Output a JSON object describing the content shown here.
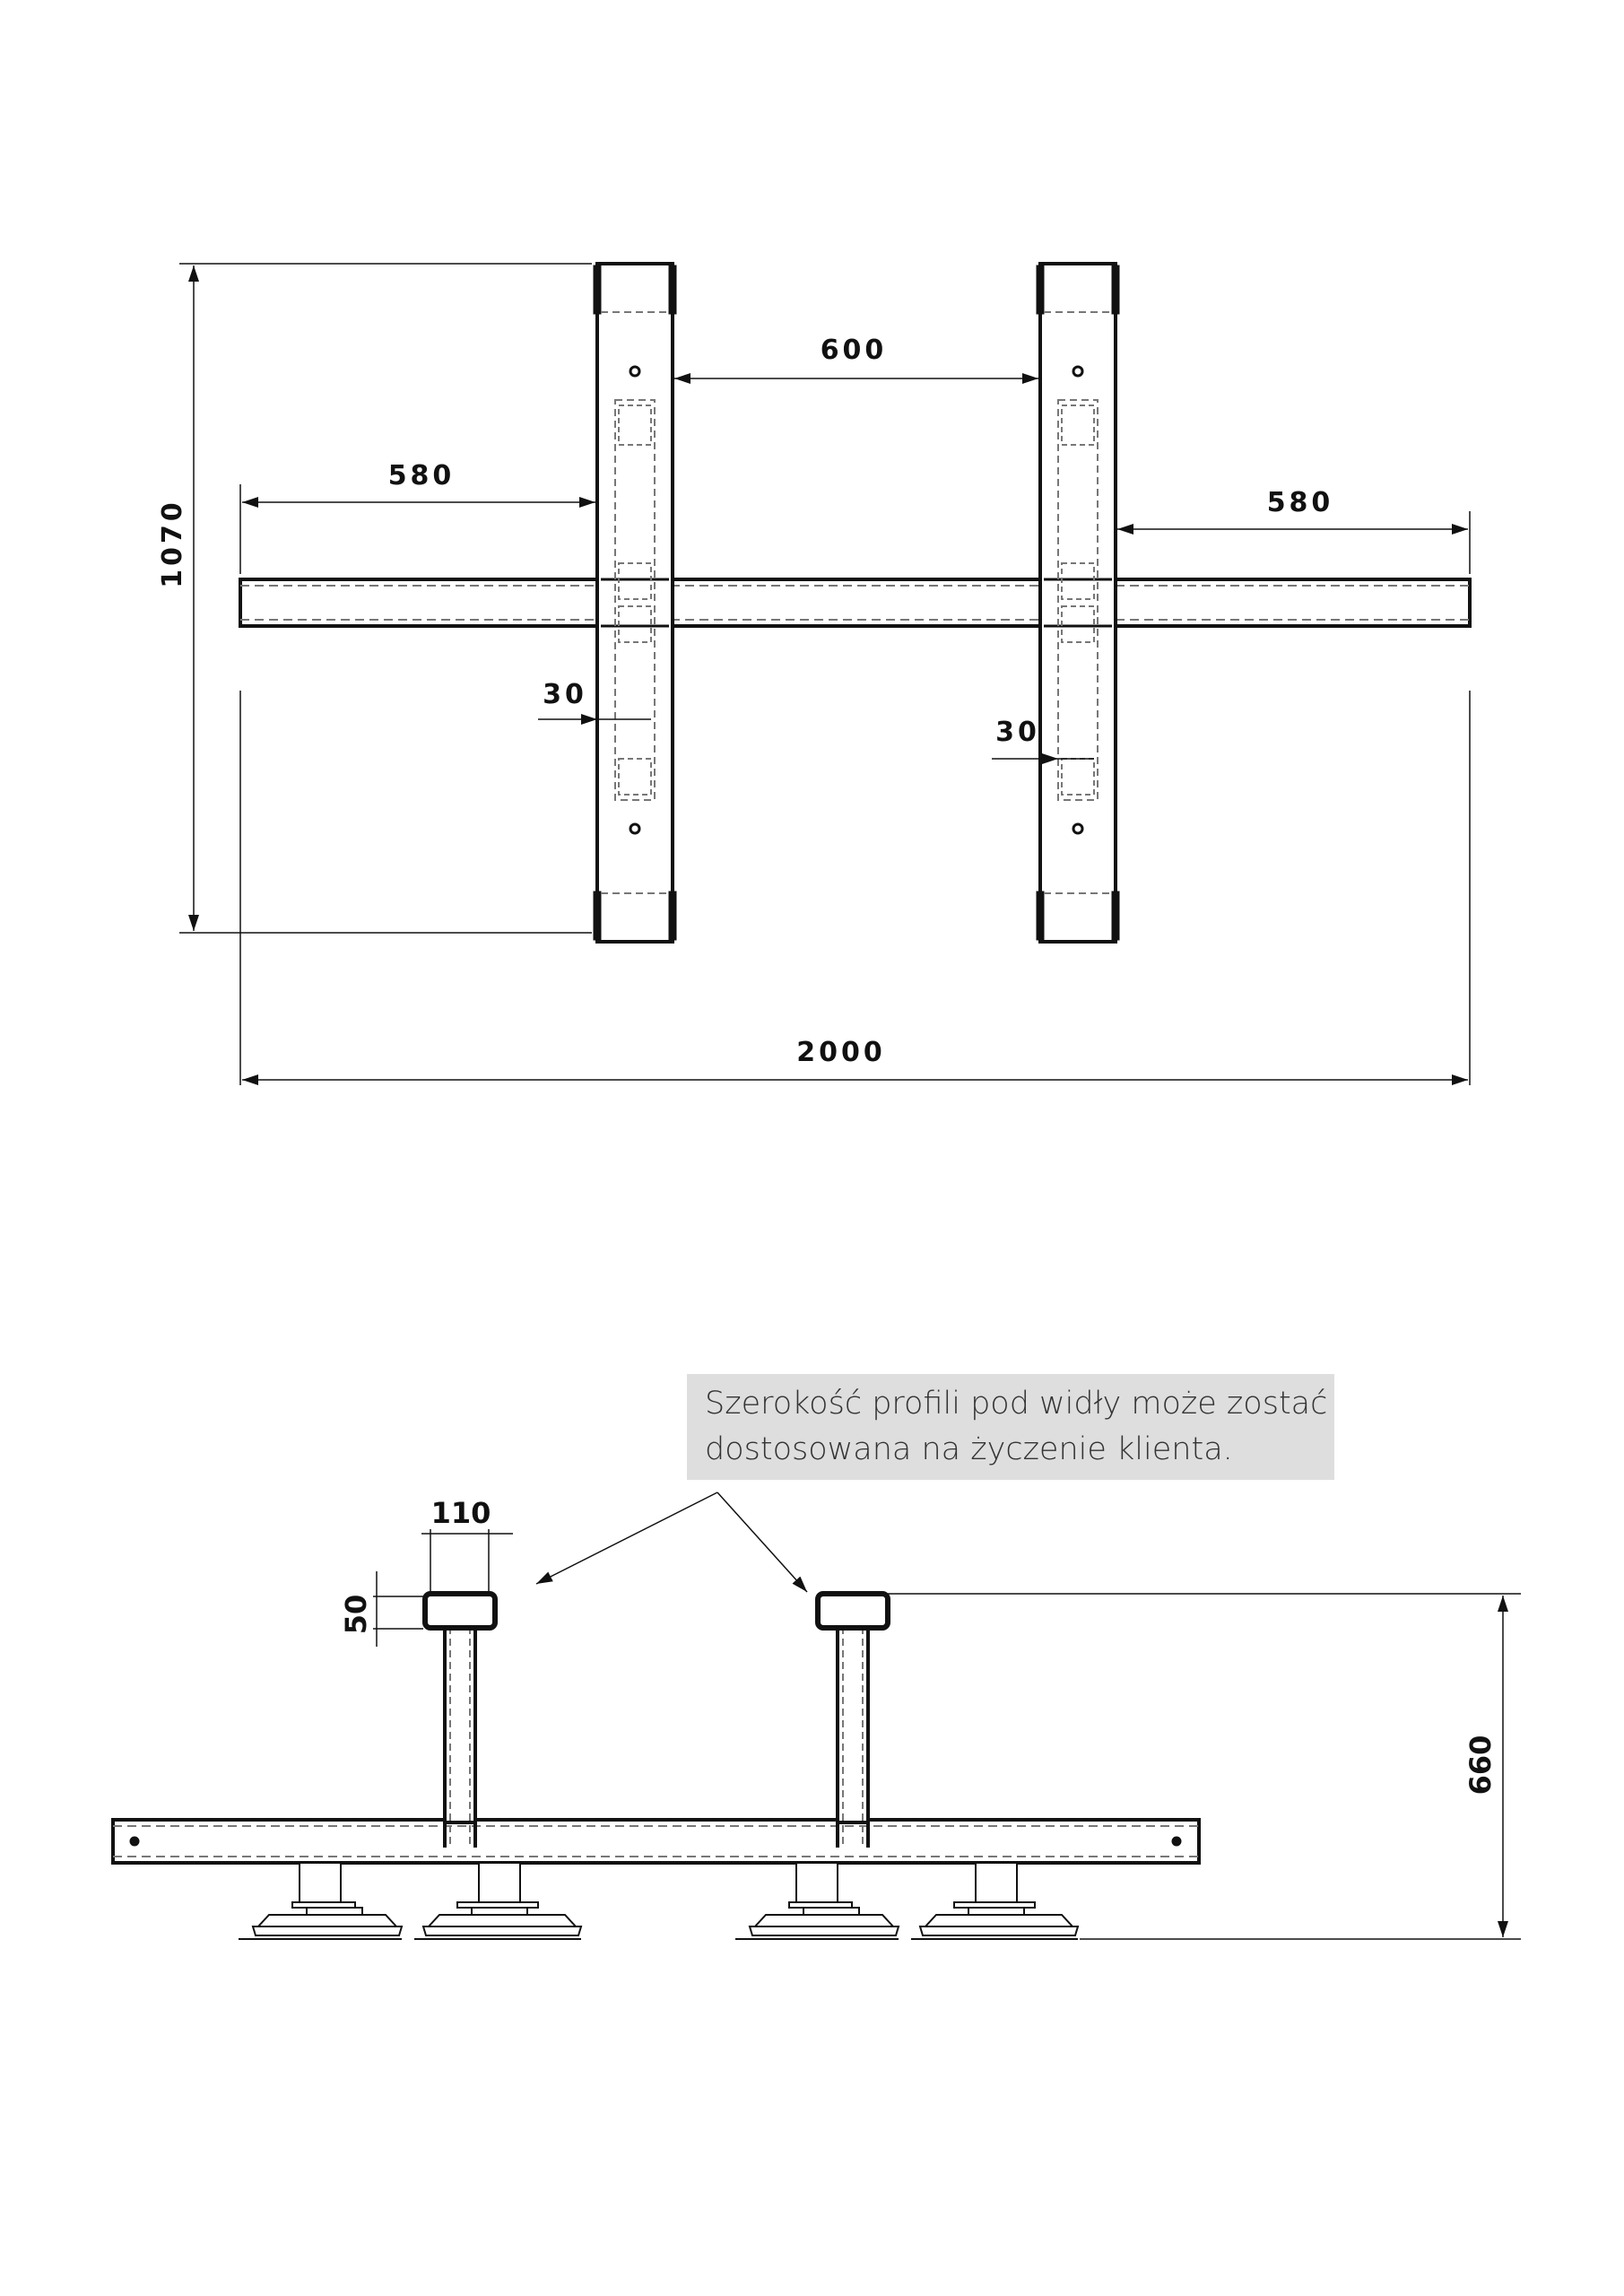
{
  "top_view": {
    "dimensions": {
      "overall_length": "2000",
      "height": "1070",
      "gap_between_uprights": "600",
      "left_overhang": "580",
      "right_overhang": "580",
      "left_offset": "30",
      "right_offset": "30"
    }
  },
  "side_view": {
    "dimensions": {
      "profile_width": "110",
      "profile_height": "50",
      "total_height": "660"
    },
    "note": {
      "line1": "Szerokość profili pod widły może zostać",
      "line2": "dostosowana na życzenie klienta."
    }
  },
  "colors": {
    "line": "#111111",
    "hidden_line": "#666666",
    "note_background": "#dedede"
  }
}
